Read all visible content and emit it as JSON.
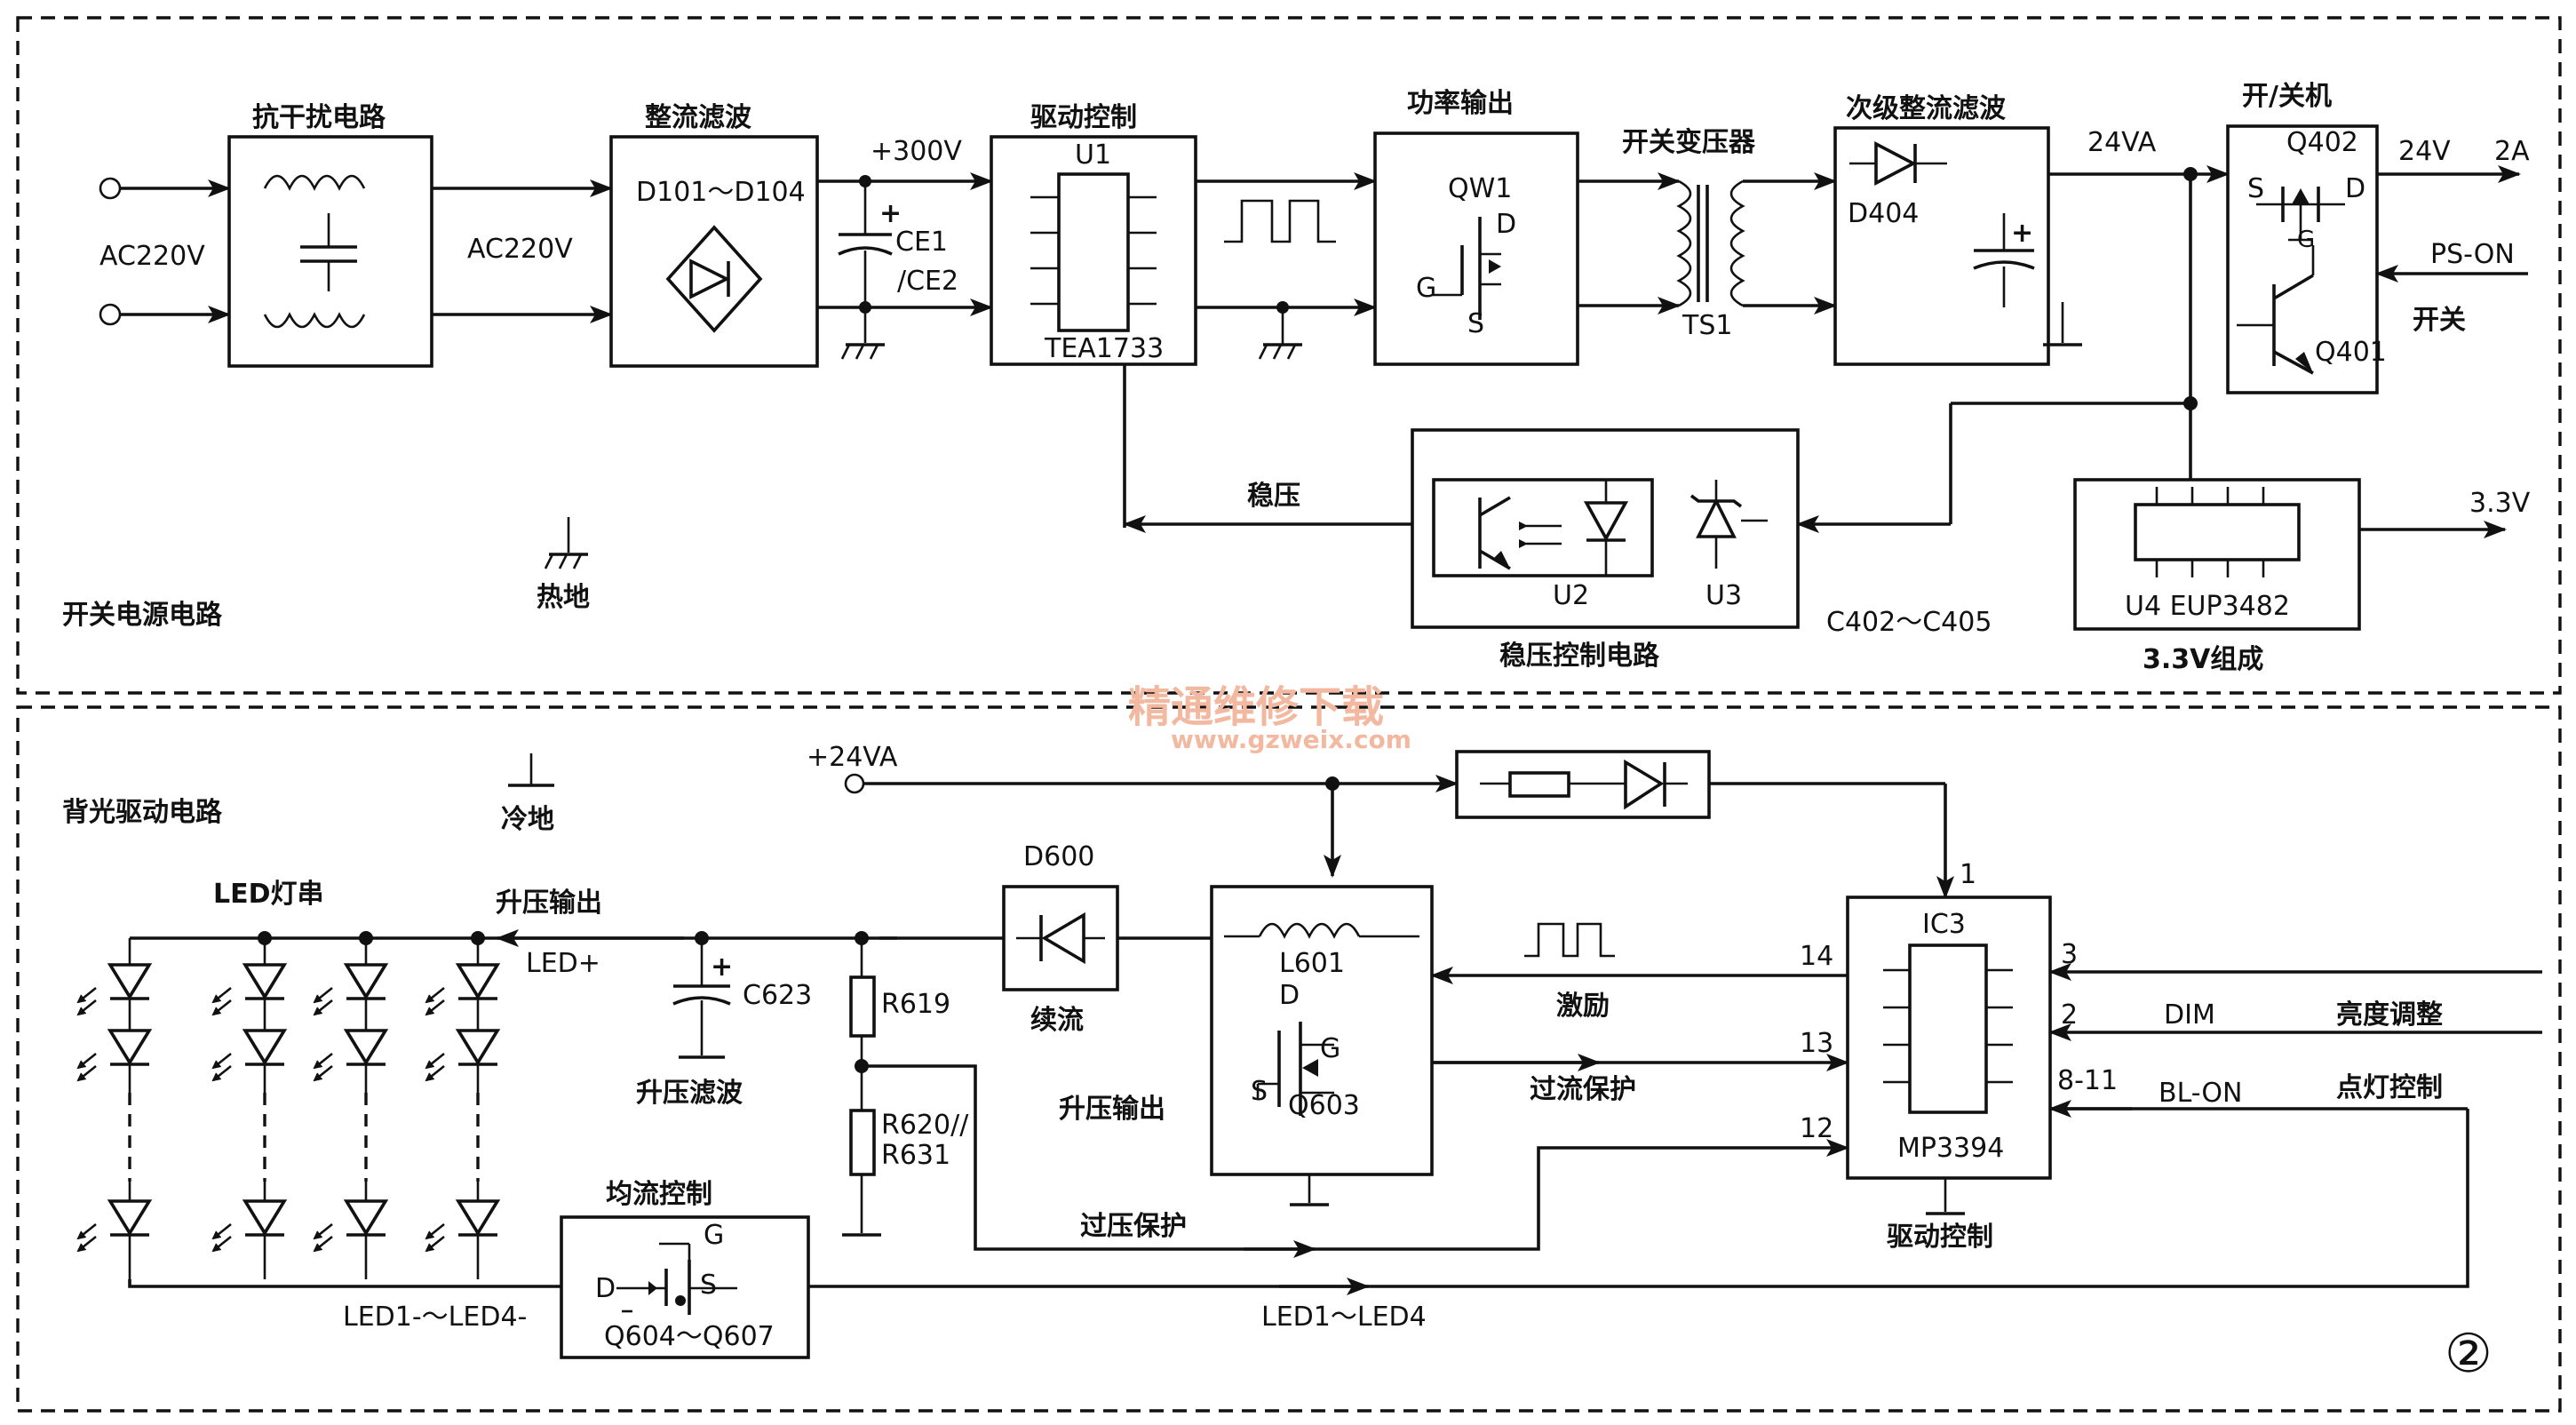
{
  "power": {
    "section_title": "开关电源电路",
    "input_left": "AC220V",
    "emi_title": "抗干扰电路",
    "ac_mid": "AC220V",
    "rect_title": "整流滤波",
    "rect_part": "D101～D104",
    "v300": "+300V",
    "cap": "CE1",
    "cap2": "/CE2",
    "drive_title": "驱动控制",
    "u1": "U1",
    "tea": "TEA1733",
    "pwr_title": "功率输出",
    "qw1": "QW1",
    "pin_d": "D",
    "pin_g": "G",
    "pin_s": "S",
    "xfmr_title": "开关变压器",
    "ts1": "TS1",
    "sec_title": "次级整流滤波",
    "d404": "D404",
    "v24va": "24VA",
    "onoff_title": "开/关机",
    "q402": "Q402",
    "v24": "24V",
    "a2": "2A",
    "ps_on": "PS-ON",
    "switch": "开关",
    "q401": "Q401",
    "wen_ya": "稳压",
    "reg_title": "稳压控制电路",
    "u2": "U2",
    "u3": "U3",
    "c402": "C402～C405",
    "u4": "U4 EUP3482",
    "v33": "3.3V",
    "v33_title": "3.3V组成",
    "hot_gnd": "热地"
  },
  "backlight": {
    "section_title": "背光驱动电路",
    "cold_gnd": "冷地",
    "v24va": "+24VA",
    "led_string": "LED灯串",
    "boost_out": "升压输出",
    "led_plus": "LED+",
    "c623": "C623",
    "boost_filter": "升压滤波",
    "r619": "R619",
    "r620": "R620//",
    "r631": "R631",
    "d600": "D600",
    "freewheel": "续流",
    "l601": "L601",
    "q603": "Q603",
    "boost_out2": "升压输出",
    "excite": "激励",
    "ocp": "过流保护",
    "ovp": "过压保护",
    "ic3": "IC3",
    "mp": "MP3394",
    "drive_ctrl": "驱动控制",
    "pin1": "1",
    "pin3": "3",
    "pin2": "2",
    "pin811": "8-11",
    "pin14": "14",
    "pin13": "13",
    "pin12": "12",
    "dim": "DIM",
    "bl_on": "BL-ON",
    "brightness": "亮度调整",
    "light_ctrl": "点灯控制",
    "balance": "均流控制",
    "q604": "Q604～Q607",
    "led_minus": "LED1-～LED4-",
    "led_bus": "LED1～LED4",
    "fig_no": "②"
  },
  "watermark": {
    "cn": "精通维修下载",
    "url": "www.gzweix.com"
  }
}
